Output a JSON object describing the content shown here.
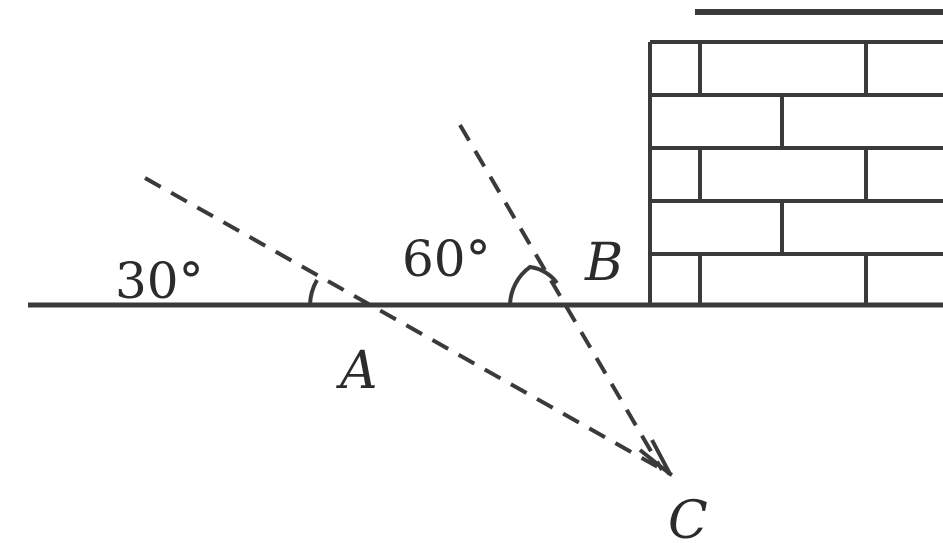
{
  "labels": {
    "angle_a": "30°",
    "angle_b": "60°",
    "point_a": "A",
    "point_b": "B",
    "point_c": "C"
  },
  "angles_deg": {
    "at_a": 30,
    "at_b": 60
  },
  "colors": {
    "ink": "#3a3a3a",
    "background": "#ffffff"
  }
}
